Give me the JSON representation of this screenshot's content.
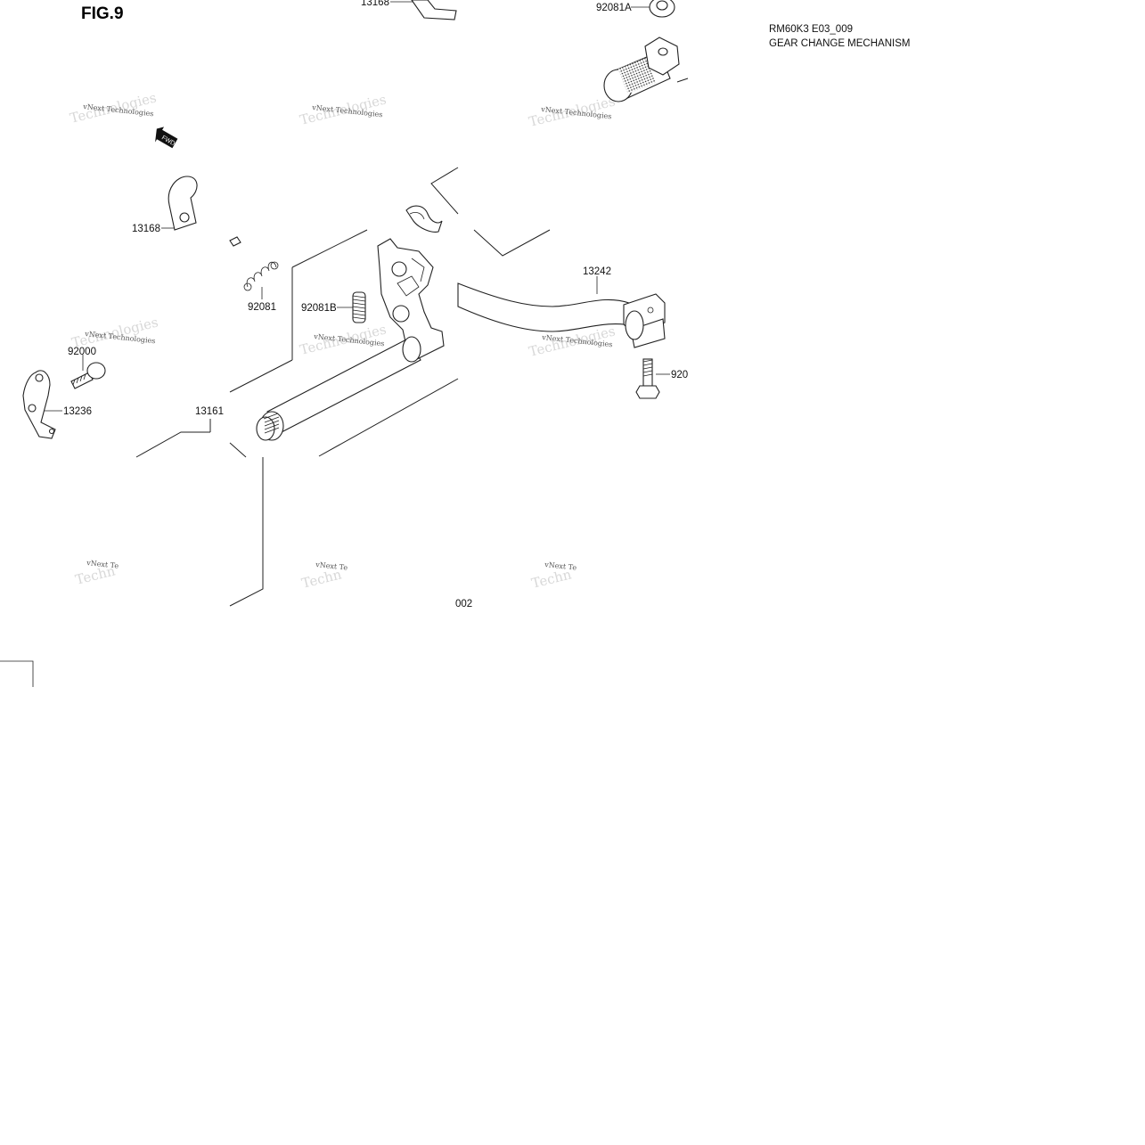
{
  "figure": {
    "fig_label": "FIG.9",
    "code": "RM60K3 E03_009",
    "title": "GEAR CHANGE MECHANISM",
    "fwd_label": "FWD",
    "bottom_fragment": "002"
  },
  "watermark": {
    "line1": "vNext Technologies",
    "line2": "Technologies",
    "line1_cut": "vNext Te",
    "line2_cut": "Techn"
  },
  "parts": {
    "p13168_top": "13168",
    "p92081A": "92081A",
    "p13168": "13168",
    "p92081": "92081",
    "p92081B": "92081B",
    "p13242": "13242",
    "p92000": "92000",
    "p13236": "13236",
    "p13161": "13161",
    "p920_right": "920"
  },
  "colors": {
    "ink": "#222222",
    "watermark_text": "#555555",
    "watermark_shadow": "#d8d8d8"
  }
}
